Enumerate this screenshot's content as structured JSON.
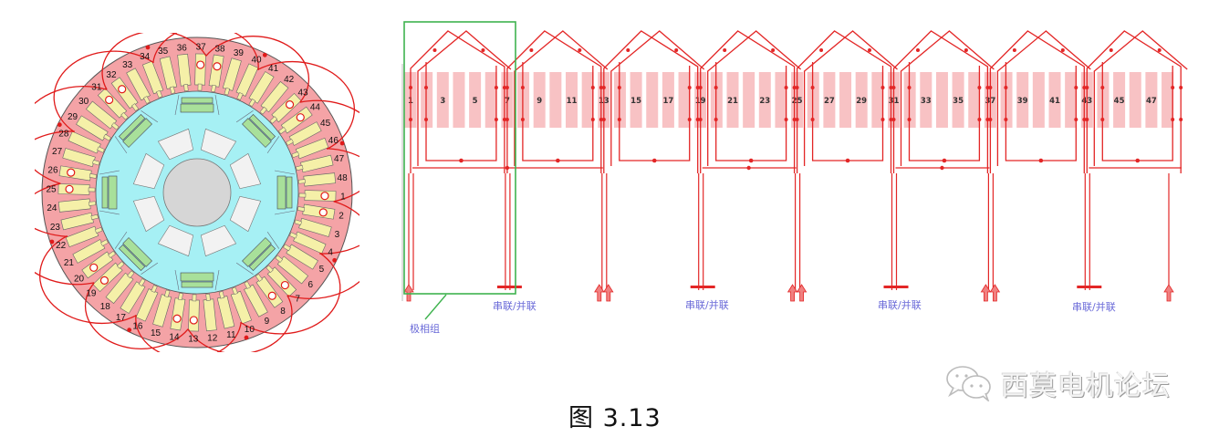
{
  "figure": {
    "caption": "图 3.13",
    "watermark": {
      "text": "西莫电机论坛",
      "icon": "wechat-chat-bubbles-icon"
    }
  },
  "stator_cross_section": {
    "slot_count": 48,
    "pole_count": 8,
    "slot_labels": [
      "1",
      "2",
      "3",
      "4",
      "5",
      "6",
      "7",
      "8",
      "9",
      "10",
      "11",
      "12",
      "13",
      "14",
      "15",
      "16",
      "17",
      "18",
      "19",
      "20",
      "21",
      "22",
      "23",
      "24",
      "25",
      "26",
      "27",
      "28",
      "29",
      "30",
      "31",
      "32",
      "33",
      "34",
      "35",
      "36",
      "37",
      "38",
      "39",
      "40",
      "41",
      "42",
      "43",
      "44",
      "45",
      "46",
      "47",
      "48"
    ],
    "colors": {
      "stator_yoke": "#f4a3a6",
      "slot_fill": "#f5f0a8",
      "rotor_core": "#a6f0f4",
      "magnets": "#a8e09a",
      "shaft": "#d6d6d6",
      "coil_lines": "#e01a1a",
      "outline": "#555555"
    }
  },
  "winding_diagram": {
    "slot_labels_visible": [
      "1",
      "3",
      "5",
      "7",
      "9",
      "11",
      "13",
      "15",
      "17",
      "19",
      "21",
      "23",
      "25",
      "27",
      "29",
      "31",
      "33",
      "35",
      "37",
      "39",
      "41",
      "43",
      "45",
      "47"
    ],
    "phase_group_label": "极相组",
    "series_parallel_label": "串联/并联",
    "series_parallel_positions": [
      568,
      779,
      991,
      1201
    ],
    "colors": {
      "conductor": "#e32626",
      "slot_band": "#f8c2c4",
      "phase_group_box": "#3fb34f",
      "label_text": "#6a6ad8"
    }
  }
}
